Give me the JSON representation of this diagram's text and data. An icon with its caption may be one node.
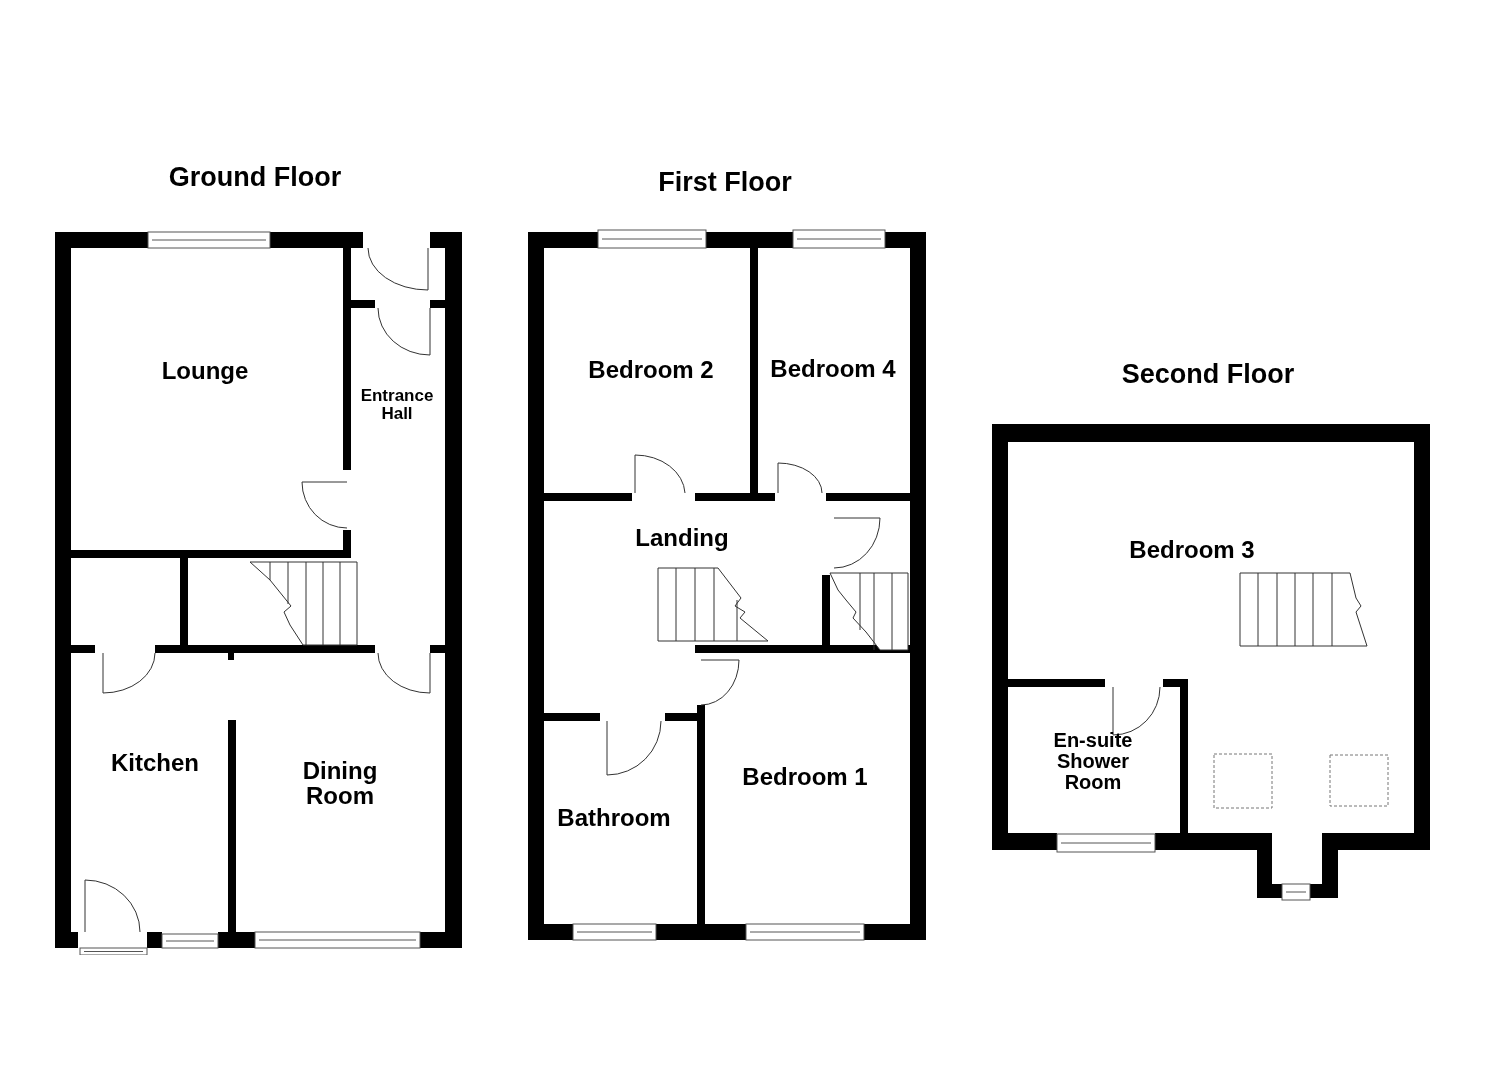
{
  "diagram": {
    "nodes": [
      {
        "text": [
          "Ground Floor"
        ]
      },
      {
        "text": [
          "Lounge"
        ],
        "in": 0
      },
      {
        "text": [
          "Entrance Hall"
        ],
        "in": 0
      },
      {
        "text": [
          "Kitchen"
        ],
        "in": 0
      },
      {
        "text": [
          "Dining Room"
        ],
        "in": 0
      },
      {
        "text": [
          "First Floor"
        ]
      },
      {
        "text": [
          "Bedroom 2"
        ],
        "in": 5
      },
      {
        "text": [
          "Bedroom 4"
        ],
        "in": 5
      },
      {
        "text": [
          "Landing"
        ],
        "in": 5
      },
      {
        "text": [
          "Bathroom"
        ],
        "in": 5
      },
      {
        "text": [
          "Bedroom 1"
        ],
        "in": 5
      },
      {
        "text": [
          "Second Floor"
        ]
      },
      {
        "text": [
          "Bedroom 3"
        ],
        "in": 11
      },
      {
        "text": [
          "En-suite Shower Room"
        ],
        "in": 11
      }
    ]
  }
}
